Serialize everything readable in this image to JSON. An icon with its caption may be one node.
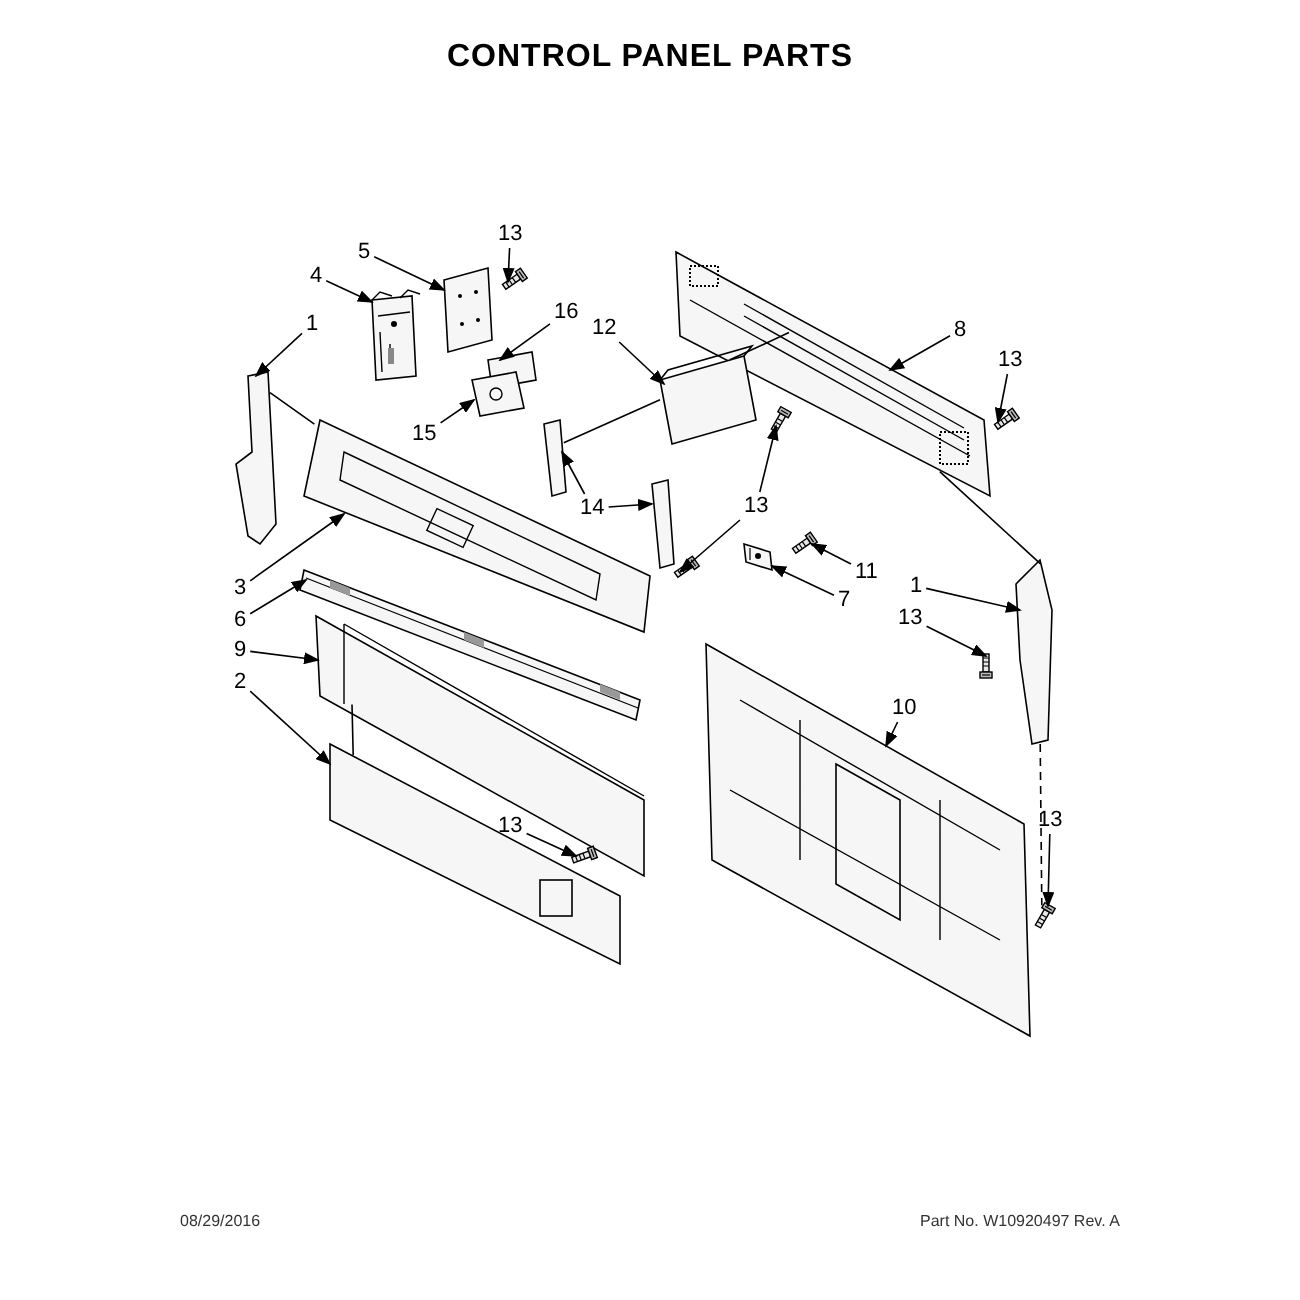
{
  "diagram": {
    "title": "CONTROL PANEL PARTS",
    "nodes": [
      {
        "text": [
          "13"
        ]
      },
      {
        "text": [
          "5"
        ]
      },
      {
        "text": [
          "4"
        ]
      },
      {
        "text": [
          "16"
        ]
      },
      {
        "text": [
          "1"
        ]
      },
      {
        "text": [
          "12"
        ]
      },
      {
        "text": [
          "8"
        ]
      },
      {
        "text": [
          "13"
        ]
      },
      {
        "text": [
          "15"
        ]
      },
      {
        "text": [
          "14"
        ]
      },
      {
        "text": [
          "13"
        ]
      },
      {
        "text": [
          "11"
        ]
      },
      {
        "text": [
          "7"
        ]
      },
      {
        "text": [
          "3"
        ]
      },
      {
        "text": [
          "1"
        ]
      },
      {
        "text": [
          "13"
        ]
      },
      {
        "text": [
          "6"
        ]
      },
      {
        "text": [
          "9"
        ]
      },
      {
        "text": [
          "2"
        ]
      },
      {
        "text": [
          "10"
        ]
      },
      {
        "text": [
          "13"
        ]
      },
      {
        "text": [
          "13"
        ]
      },
      {
        "text": [],
        "shape": "picture"
      },
      {
        "text": [],
        "shape": "picture"
      },
      {
        "text": [],
        "shape": "picture"
      },
      {
        "text": [],
        "shape": "picture"
      },
      {
        "text": [],
        "shape": "picture"
      },
      {
        "text": [],
        "shape": "picture"
      },
      {
        "text": [],
        "shape": "picture"
      },
      {
        "text": [],
        "shape": "picture"
      },
      {
        "text": [],
        "shape": "picture"
      },
      {
        "text": [],
        "shape": "picture"
      },
      {
        "text": [],
        "shape": "picture"
      },
      {
        "text": [],
        "shape": "picture"
      },
      {
        "text": [],
        "shape": "picture"
      },
      {
        "text": [],
        "shape": "picture"
      },
      {
        "text": [],
        "shape": "picture"
      },
      {
        "text": [],
        "shape": "picture"
      },
      {
        "text": [],
        "shape": "picture"
      },
      {
        "text": [],
        "shape": "picture"
      },
      {
        "text": [],
        "shape": "picture"
      },
      {
        "text": [],
        "shape": "picture"
      },
      {
        "text": [],
        "shape": "picture"
      },
      {
        "text": [],
        "shape": "picture"
      },
      {
        "text": [],
        "shape": "picture"
      },
      {
        "text": [],
        "shape": "picture"
      }
    ],
    "edges": [
      {
        "from": 0,
        "to": 22,
        "arrow": "to"
      },
      {
        "from": 1,
        "to": 23,
        "arrow": "to"
      },
      {
        "from": 2,
        "to": 24,
        "arrow": "to"
      },
      {
        "from": 3,
        "to": 25,
        "arrow": "to"
      },
      {
        "from": 4,
        "to": 26,
        "arrow": "to"
      },
      {
        "from": 5,
        "to": 27,
        "arrow": "to"
      },
      {
        "from": 6,
        "to": 28,
        "arrow": "to"
      },
      {
        "from": 7,
        "to": 29,
        "arrow": "to"
      },
      {
        "from": 8,
        "to": 30,
        "arrow": "to"
      },
      {
        "from": 9,
        "to": 31,
        "arrow": "to"
      },
      {
        "from": 9,
        "to": 32,
        "arrow": "to"
      },
      {
        "from": 10,
        "to": 33,
        "arrow": "to"
      },
      {
        "from": 10,
        "to": 34,
        "arrow": "to"
      },
      {
        "from": 11,
        "to": 35,
        "arrow": "to"
      },
      {
        "from": 12,
        "to": 36,
        "arrow": "to"
      },
      {
        "from": 13,
        "to": 37,
        "arrow": "to"
      },
      {
        "from": 14,
        "to": 38,
        "arrow": "to"
      },
      {
        "from": 15,
        "to": 39,
        "arrow": "to"
      },
      {
        "from": 16,
        "to": 40,
        "arrow": "to"
      },
      {
        "from": 17,
        "to": 41,
        "arrow": "to"
      },
      {
        "from": 18,
        "to": 42,
        "arrow": "to"
      },
      {
        "from": 19,
        "to": 43,
        "arrow": "to"
      },
      {
        "from": 20,
        "to": 44,
        "arrow": "to"
      },
      {
        "from": 21,
        "to": 45,
        "arrow": "to"
      },
      {
        "from": 26,
        "to": 37,
        "arrow": "none"
      },
      {
        "from": 27,
        "to": 31,
        "arrow": "none"
      },
      {
        "from": 27,
        "to": 28,
        "arrow": "none"
      },
      {
        "from": 28,
        "to": 38,
        "arrow": "none"
      },
      {
        "from": 38,
        "to": 45,
        "arrow": "none",
        "style": "dashed"
      },
      {
        "from": 41,
        "to": 42,
        "arrow": "none"
      }
    ],
    "labels": [
      "08/29/2016",
      "Part No. W10920497 Rev. A"
    ]
  }
}
